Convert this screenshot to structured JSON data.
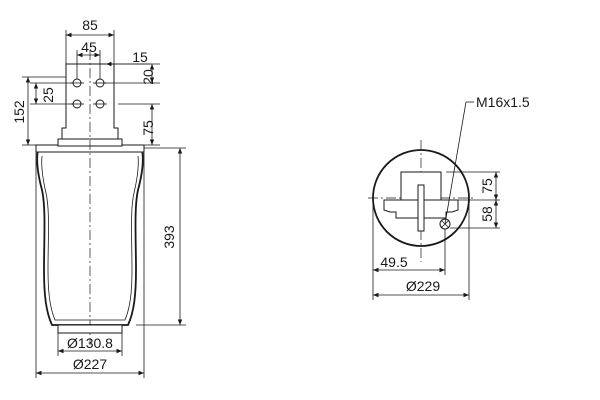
{
  "side_view": {
    "dims": {
      "top_width": "85",
      "bolt_spacing": "45",
      "offset_15": "15",
      "height_20": "20",
      "bolt_vertical": "25",
      "overall_152": "152",
      "plate_75": "75",
      "height_393": "393",
      "bottom_diameter": "Ø130.8",
      "outer_diameter": "Ø227"
    }
  },
  "top_view": {
    "thread_label": "M16x1.5",
    "dims": {
      "height_75": "75",
      "height_58": "58",
      "offset_49_5": "49.5",
      "diameter_229": "Ø229"
    }
  }
}
